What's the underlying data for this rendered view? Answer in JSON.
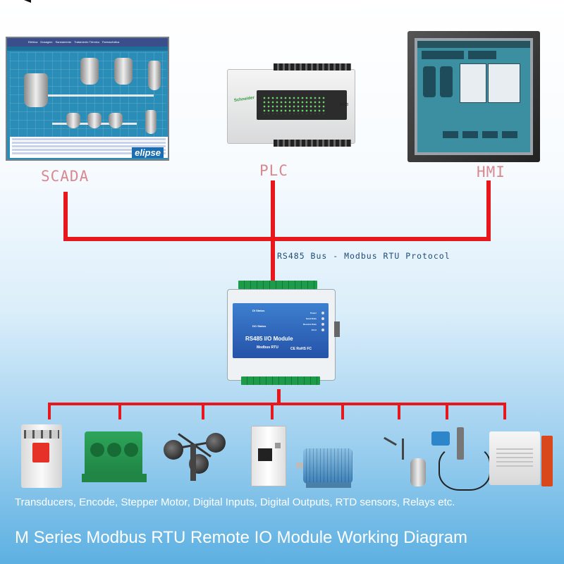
{
  "sources": {
    "scada": {
      "label": "SCADA",
      "menu_items": [
        "Elétrica",
        "Dosagem",
        "Saneamento",
        "Tratamento Térmico",
        "Farmacêutica"
      ],
      "brand": "elipse"
    },
    "plc": {
      "label": "PLC",
      "logo": "Schneider",
      "model": "M238"
    },
    "hmi": {
      "label": "HMI"
    }
  },
  "bus": {
    "label": "RS485 Bus - Modbus RTU Protocol"
  },
  "module": {
    "name": "RS485 I/O Module",
    "subtitle": "Modbus RTU",
    "certs": "CE RoHS FC",
    "di_label": "DI Status",
    "do_label": "DO Status",
    "status_leds": [
      "Power",
      "Send Data",
      "Receive Data",
      "Error"
    ]
  },
  "devices_caption": "Transducers, Encode, Stepper Motor, Digital Inputs, Digital Outputs, RTD  sensors, Relays etc.",
  "title": "M Series Modbus RTU Remote IO Module Working Diagram",
  "colors": {
    "wire": "#e8171c",
    "label": "#d8898f",
    "bus_label": "#1d4c77",
    "module_blue": "#2553a8"
  }
}
